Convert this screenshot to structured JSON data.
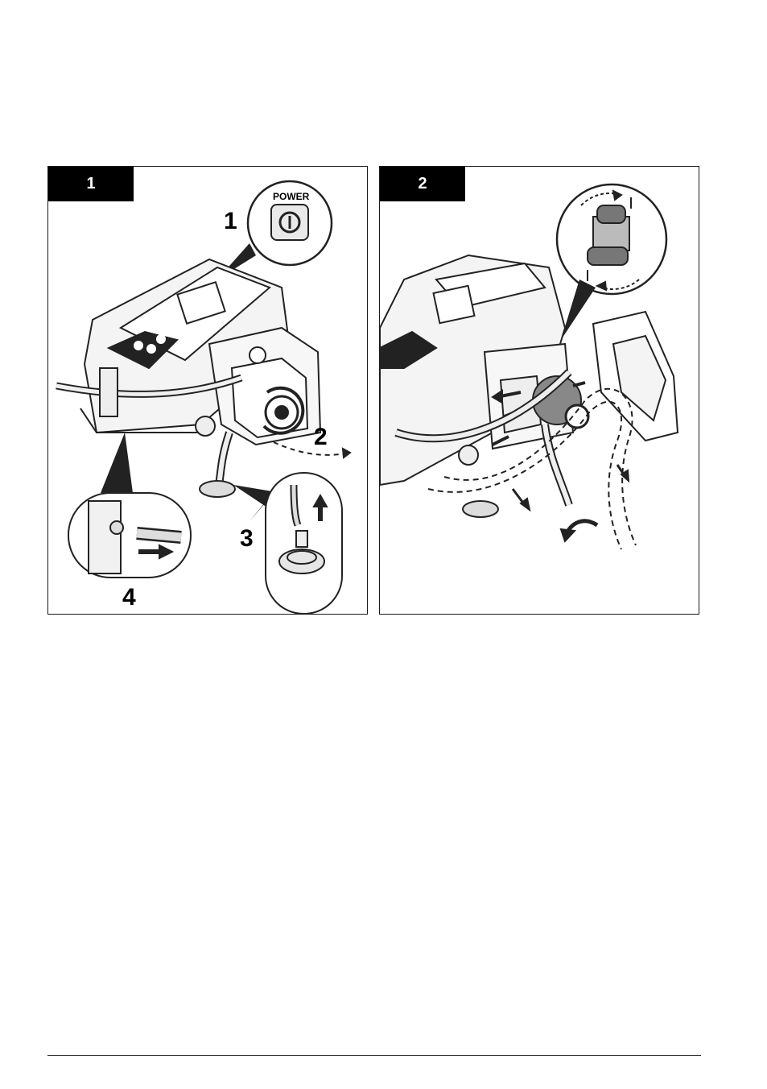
{
  "figure": {
    "panels": [
      {
        "tab_label": "1",
        "power_label": "POWER",
        "callouts": [
          "1",
          "2",
          "3",
          "4"
        ]
      },
      {
        "tab_label": "2"
      }
    ]
  }
}
